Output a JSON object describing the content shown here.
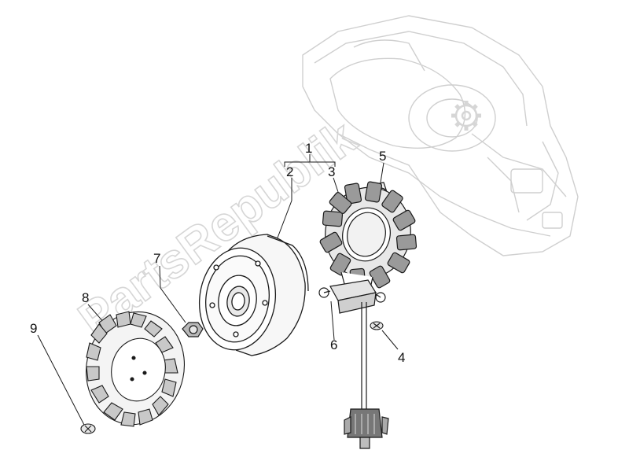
{
  "diagram": {
    "callouts": {
      "c1": "1",
      "c2": "2",
      "c3": "3",
      "c4": "4",
      "c5": "5",
      "c6": "6",
      "c7": "7",
      "c8": "8",
      "c9": "9"
    },
    "watermark": "PartsRepublik",
    "colors": {
      "background": "#ffffff",
      "line": "#1a1a1a",
      "faded_engine": "#cfcfcf",
      "watermark": "#d6d6d6"
    }
  }
}
